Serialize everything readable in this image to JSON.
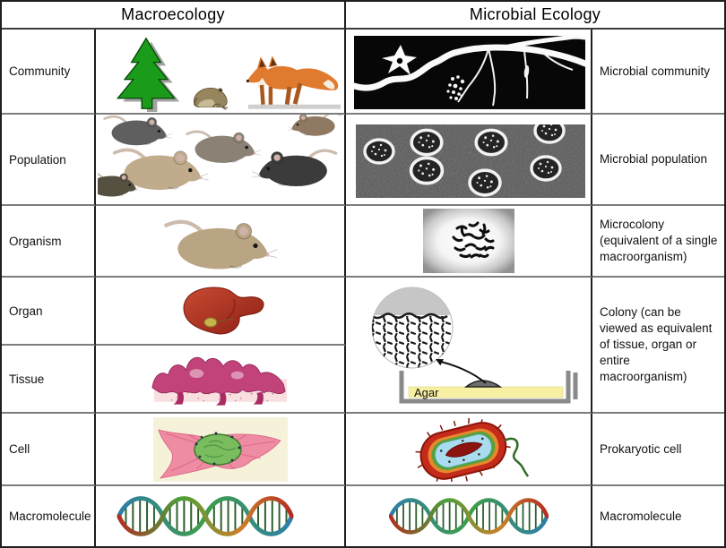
{
  "header": {
    "macro_title": "Macroecology",
    "micro_title": "Microbial Ecology"
  },
  "rows": [
    {
      "id": "community",
      "macro_label": "Community",
      "micro_label": "Microbial community"
    },
    {
      "id": "population",
      "macro_label": "Population",
      "micro_label": "Microbial population"
    },
    {
      "id": "organism",
      "macro_label": "Organism",
      "micro_label": "Microcolony (equivalent of a single macroorganism)"
    },
    {
      "id": "organ",
      "macro_label": "Organ"
    },
    {
      "id": "tissue",
      "macro_label": "Tissue"
    },
    {
      "id": "cell",
      "macro_label": "Cell",
      "micro_label": "Prokaryotic cell"
    },
    {
      "id": "macromolecule",
      "macro_label": "Macromolecule",
      "micro_label": "Macromolecule"
    }
  ],
  "merged_cells": {
    "colony_label": "Colony (can be viewed as equivalent of tissue, organ or entire macroorganism)",
    "agar_label": "Agar"
  },
  "images": {
    "community_macro": "tree-frog-fox-illustration",
    "community_micro": "dark-micrograph-fungal-hyphae-network",
    "population_macro": "group-of-mice-photo-collage",
    "population_micro": "micrograph-multiple-microcolonies",
    "organism_macro": "single-mouse-photo",
    "organism_micro": "single-microcolony-micrograph",
    "organ_macro": "liver-illustration",
    "tissue_macro": "histology-tissue-section",
    "organ_tissue_micro": "colony-on-agar-plate-with-magnified-inset",
    "cell_macro": "eukaryotic-cell-micrograph",
    "cell_micro": "prokaryotic-cell-cutaway-illustration",
    "macromolecule_macro": "dna-double-helix",
    "macromolecule_micro": "dna-double-helix"
  },
  "colors": {
    "grid_vertical": "#1f1f1f",
    "grid_horizontal": "#7d7d7d",
    "tree_green": "#1a9c1a",
    "fox_orange": "#e07a2e",
    "liver_red": "#b03424",
    "tissue_pink": "#c2427a",
    "agar_yellow": "#f7f0a3",
    "prokaryote_red": "#c52b1a",
    "nucleus_green": "#79bd5f"
  }
}
